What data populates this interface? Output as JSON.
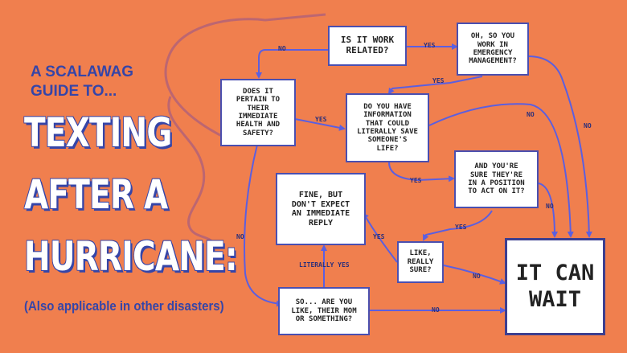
{
  "title": {
    "subtitle": "A SCALAWAG\nGUIDE TO...",
    "line1": "TEXTING",
    "line2": "AFTER A",
    "line3": "HURRICANE:",
    "note": "(Also applicable in other disasters)"
  },
  "nodes": {
    "work_related": "IS IT WORK\nRELATED?",
    "emergency_mgmt": "OH, SO YOU\nWORK IN\nEMERGENCY\nMANAGEMENT?",
    "health_safety": "DOES IT\nPERTAIN TO\nTHEIR\nIMMEDIATE\nHEALTH AND\nSAFETY?",
    "save_life": "DO YOU HAVE\nINFORMATION\nTHAT COULD\nLITERALLY SAVE\nSOMEONE'S\nLIFE?",
    "position_act": "AND YOU'RE\nSURE THEY'RE\nIN A POSITION\nTO ACT ON IT?",
    "fine_but": "FINE, BUT\nDON'T EXPECT\nAN IMMEDIATE\nREPLY",
    "really_sure": "LIKE,\nREALLY\nSURE?",
    "their_mom": "SO... ARE YOU\nLIKE, THEIR MOM\nOR SOMETHING?",
    "it_can_wait": "IT CAN\nWAIT"
  },
  "edge_labels": {
    "no": "NO",
    "yes": "YES",
    "literally_yes": "LITERALLY YES"
  },
  "colors": {
    "background": "#F07F4E",
    "arrow": "#5B5FE0",
    "title_blue": "#3545A8",
    "doodle": "#B0607A"
  }
}
